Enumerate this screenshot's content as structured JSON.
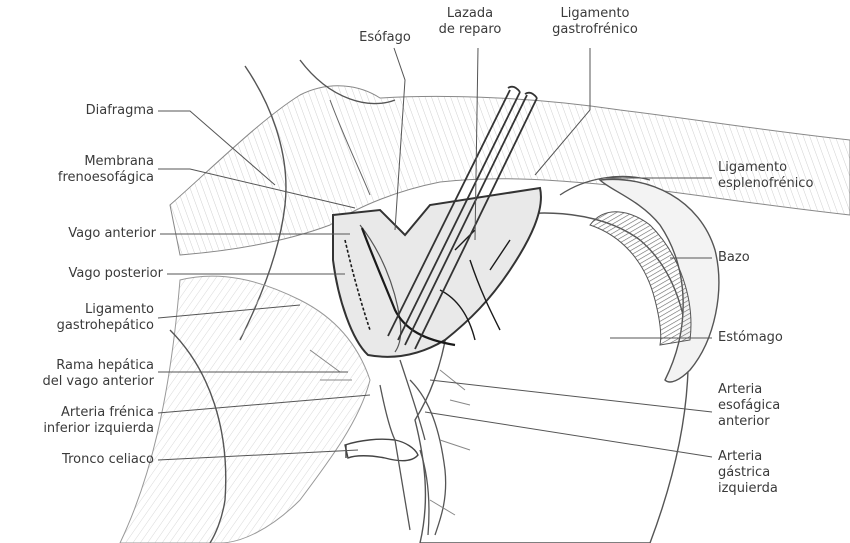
{
  "labels": {
    "diafragma": "Diafragma",
    "membrana": "Membrana\nfrenoesofágica",
    "vago_anterior": "Vago anterior",
    "vago_posterior": "Vago posterior",
    "lig_gastrohepatico": "Ligamento\ngastrohepático",
    "rama_hepatica": "Rama hepática\ndel vago anterior",
    "arteria_frenica": "Arteria frénica\ninferior izquierda",
    "tronco_celiaco": "Tronco celiaco",
    "esofago": "Esófago",
    "lazada": "Lazada\nde reparo",
    "lig_gastrofrenico": "Ligamento\ngastrofrénico",
    "lig_esplenofrenico": "Ligamento\nesplenofrénico",
    "bazo": "Bazo",
    "estomago": "Estómago",
    "arteria_esofagica": "Arteria\nesofágica\nanterior",
    "arteria_gastrica": "Arteria\ngástrica\nizquierda"
  },
  "colors": {
    "text": "#3a3a3a",
    "line": "#555555",
    "hatch": "#bdbdbd",
    "dark": "#1a1a1a"
  }
}
